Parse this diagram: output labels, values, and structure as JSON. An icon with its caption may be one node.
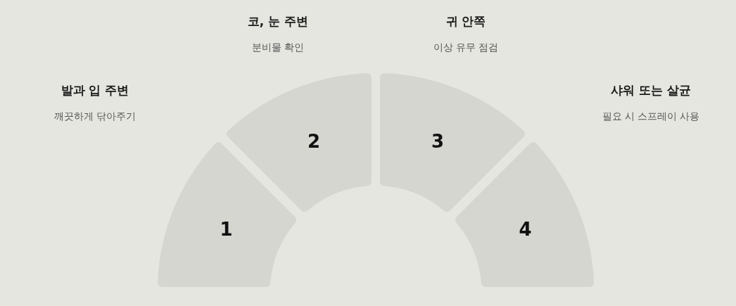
{
  "diagram": {
    "nodes": [
      {
        "text": [
          "1"
        ],
        "beside": [
          "발과 입 주변",
          "깨끗하게 닦아주기"
        ]
      },
      {
        "text": [
          "2"
        ],
        "beside": [
          "코, 눈 주변",
          "분비물 확인"
        ]
      },
      {
        "text": [
          "3"
        ],
        "beside": [
          "귀 안쪽",
          "이상 유무 점검"
        ]
      },
      {
        "text": [
          "4"
        ],
        "beside": [
          "샤워 또는 살균",
          "필요 시 스프레이 사용"
        ]
      }
    ]
  }
}
